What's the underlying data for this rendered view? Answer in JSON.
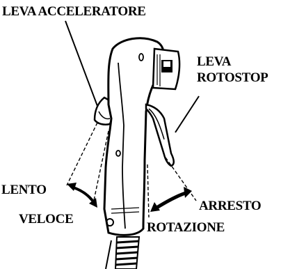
{
  "labels": {
    "throttle_lever": "LEVA ACCELERATORE",
    "rotostop_lever_1": "LEVA",
    "rotostop_lever_2": "ROTOSTOP",
    "slow": "LENTO",
    "fast": "VELOCE",
    "stop": "ARRESTO",
    "rotation": "ROTAZIONE"
  },
  "colors": {
    "ink": "#000000",
    "paper": "#ffffff"
  },
  "icons": {
    "handle": "handle-illustration",
    "throttle_arrow": "double-headed-curved-arrow",
    "rotostop_arrow": "double-headed-curved-arrow",
    "switch": "rocker-switch"
  }
}
